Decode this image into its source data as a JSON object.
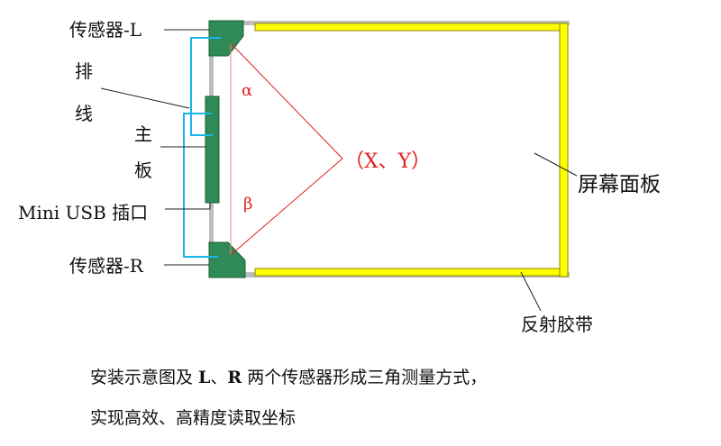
{
  "labels": {
    "sensor_l": "传感器-L",
    "cable_1": "排",
    "cable_2": "线",
    "board_1": "主",
    "board_2": "板",
    "usb": "Mini USB 插口",
    "sensor_r": "传感器-R",
    "screen": "屏幕面板",
    "tape": "反射胶带",
    "point": "（X、Y）",
    "alpha": "α",
    "beta": "β"
  },
  "caption": {
    "line1_a": "安装示意图及 ",
    "line1_l": "L",
    "line1_sep": "、",
    "line1_r": "R",
    "line1_b": " 两个传感器形成三角测量方式，",
    "line2": "实现高效、高精度读取坐标"
  },
  "colors": {
    "sensor": "#2e8b57",
    "tape": "#ffff00",
    "frame": "#bdbdbd",
    "cable": "#19b5e8",
    "triangle": "#e02020"
  }
}
